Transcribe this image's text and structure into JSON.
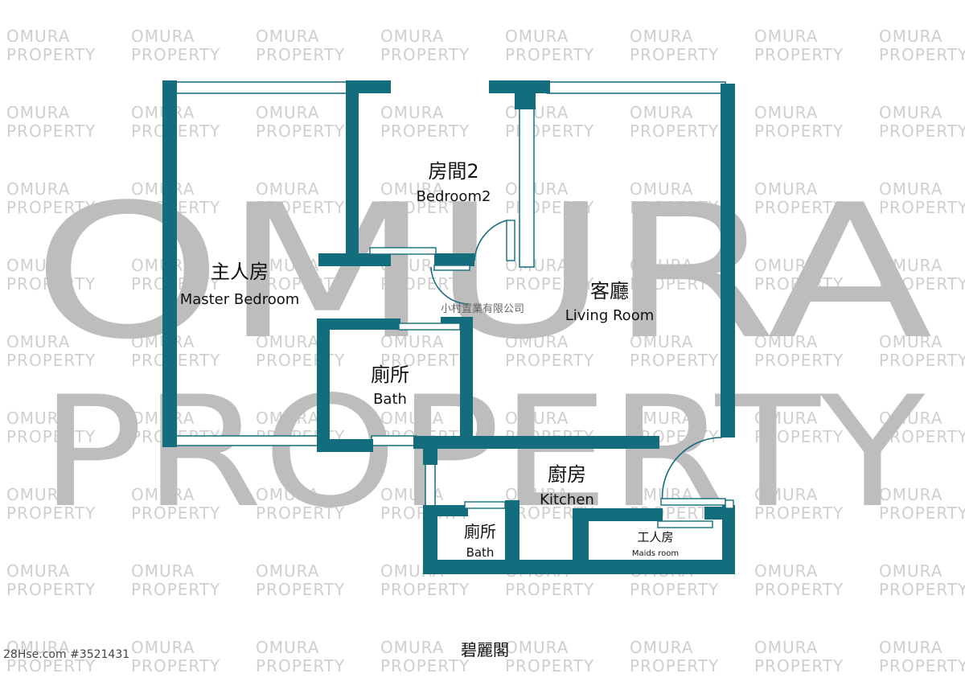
{
  "watermark": {
    "tile_line1": "OMURA",
    "tile_line2": "PROPERTY",
    "big_line1": "OMURA",
    "big_line2": "PROPERTY"
  },
  "rooms": {
    "master_bedroom": {
      "zh": "主人房",
      "en": "Master Bedroom"
    },
    "bedroom2": {
      "zh": "房間2",
      "en": "Bedroom2"
    },
    "living_room": {
      "zh": "客廳",
      "en": "Living Room"
    },
    "bath": {
      "zh": "廁所",
      "en": "Bath"
    },
    "kitchen": {
      "zh": "廚房",
      "en": "Kitchen"
    },
    "bath2": {
      "zh": "廁所",
      "en": "Bath"
    },
    "maids_room": {
      "zh": "工人房",
      "en": "Maids room"
    }
  },
  "agency_name": "小村置業有限公司",
  "footer_ref": "28Hse.com #3521431",
  "estate_name": "碧麗閣",
  "colors": {
    "wall": "#146d7d",
    "watermark": "#bdbdbd"
  }
}
